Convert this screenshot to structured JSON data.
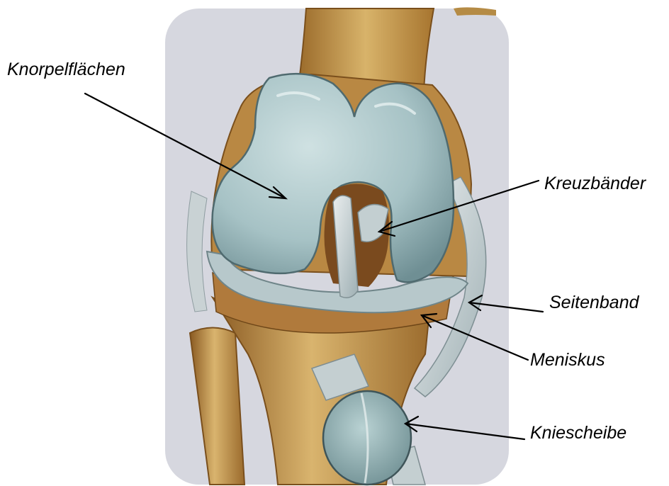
{
  "labels": {
    "cartilage_surfaces": "Knorpelflächen",
    "cruciate_ligaments": "Kreuzbänder",
    "collateral_ligament": "Seitenband",
    "meniscus": "Meniskus",
    "kneecap": "Kniescheibe"
  },
  "colors": {
    "background": "#ffffff",
    "panel": "#d6d7df",
    "bone": "#c79a50",
    "cartilage": "#a9c4c7",
    "ink": "#000000"
  }
}
